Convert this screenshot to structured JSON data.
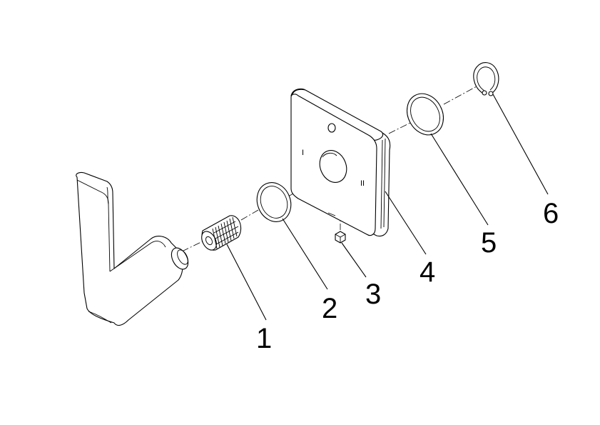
{
  "callouts": [
    {
      "id": "handle-knob",
      "label": "1"
    },
    {
      "id": "small-o-ring",
      "label": "2"
    },
    {
      "id": "set-screw",
      "label": "3"
    },
    {
      "id": "escutcheon-plate",
      "label": "4"
    },
    {
      "id": "large-o-ring",
      "label": "5"
    },
    {
      "id": "retaining-circlip",
      "label": "6"
    }
  ],
  "plate_markings": {
    "left": "I",
    "right": "II"
  },
  "colors": {
    "line": "#000000",
    "fill": "#ffffff",
    "background": "#ffffff"
  }
}
